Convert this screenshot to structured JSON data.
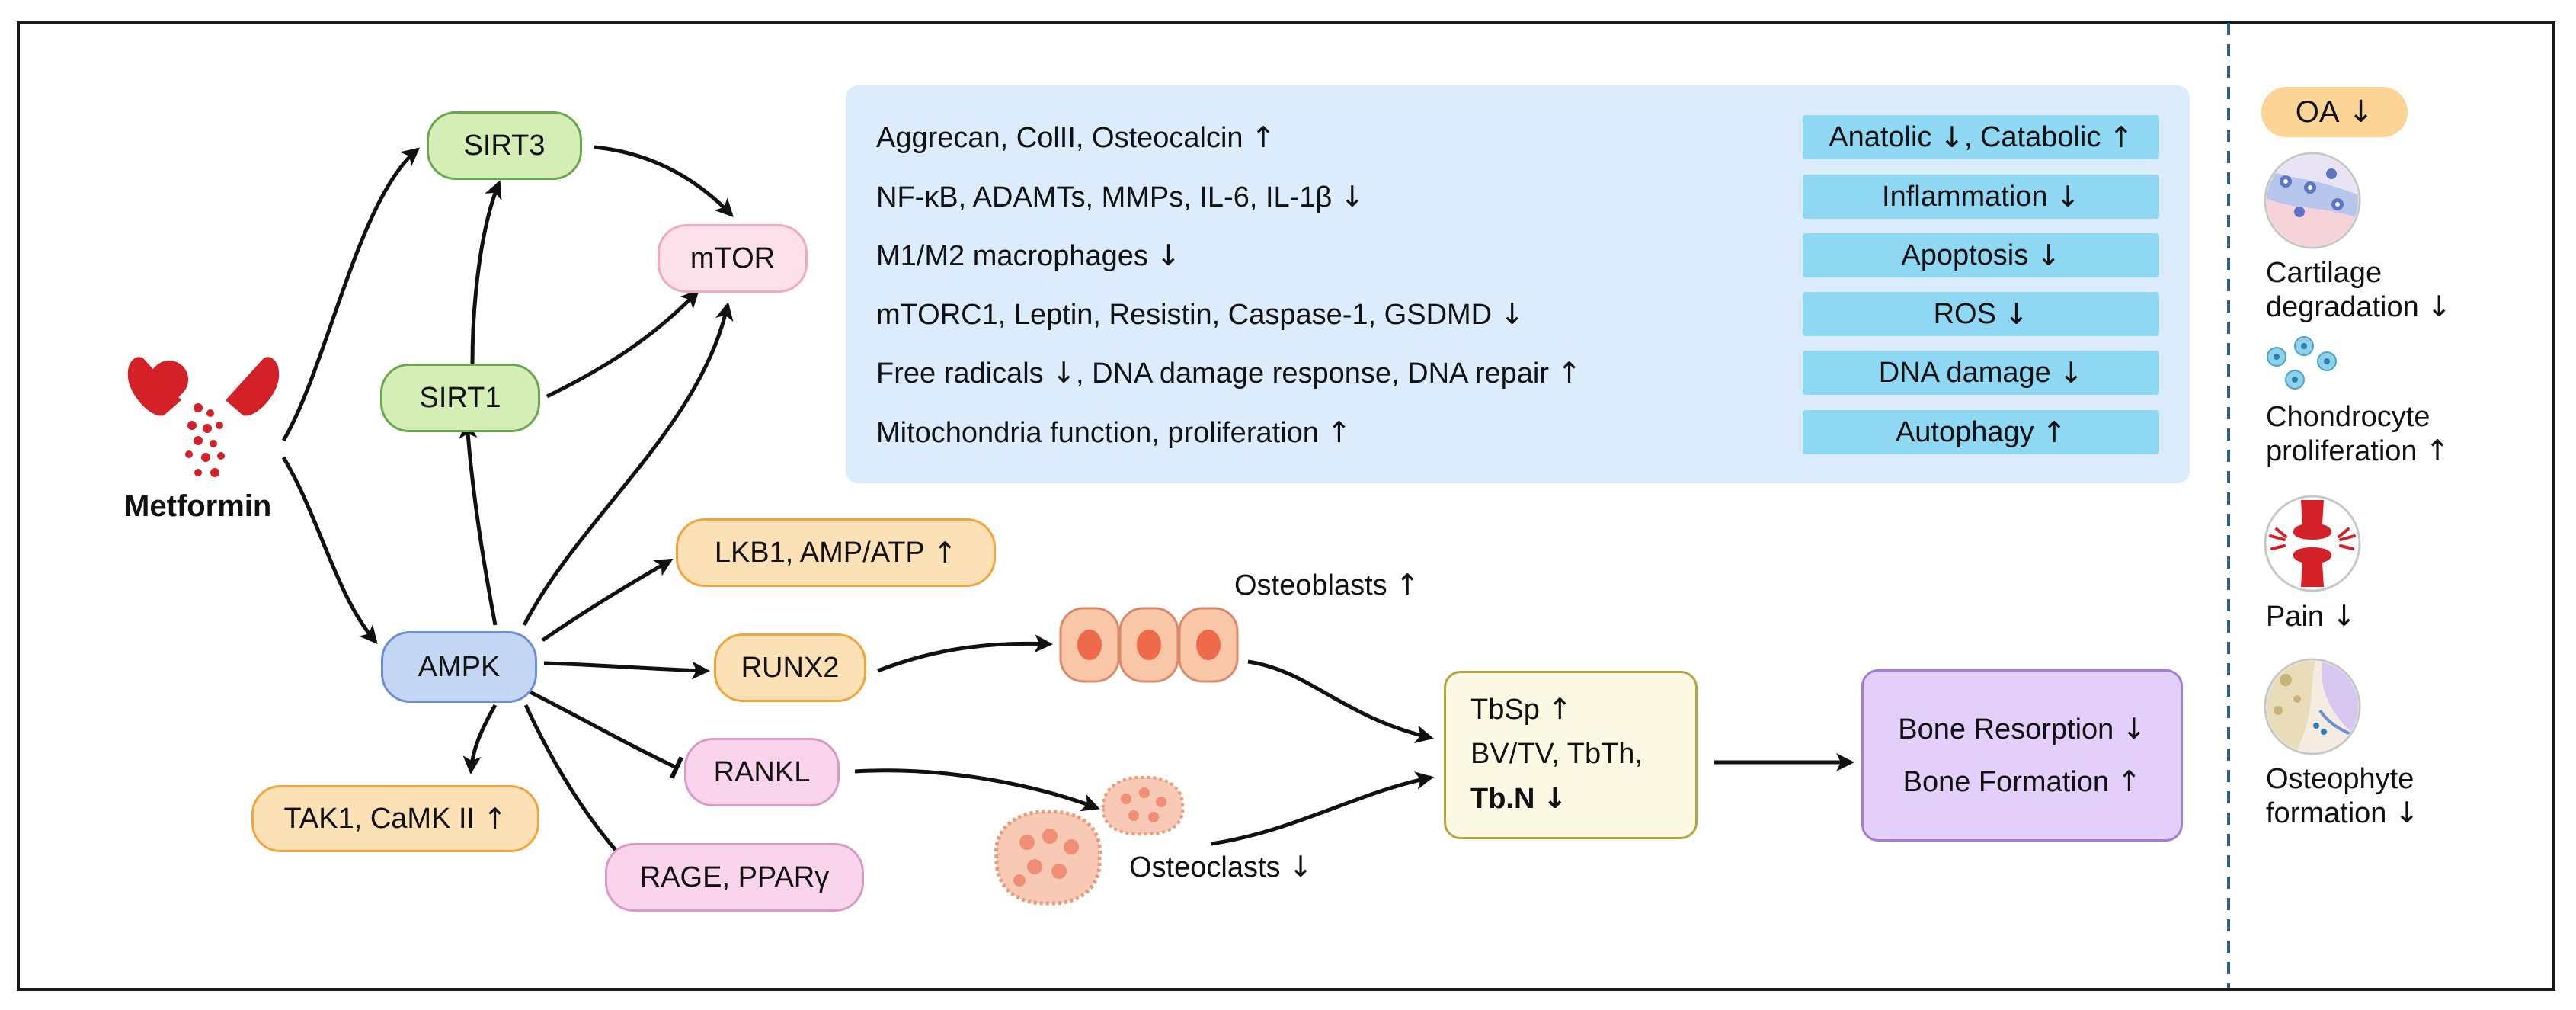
{
  "drug": {
    "label": "Metformin",
    "icon": "pill-capsule-icon"
  },
  "nodes": {
    "sirt3": "SIRT3",
    "sirt1": "SIRT1",
    "mtor": "mTOR",
    "ampk": "AMPK",
    "lkb1": "LKB1, AMP/ATP",
    "runx2": "RUNX2",
    "rankl": "RANKL",
    "rage": "RAGE, PPARγ",
    "tak1": "TAK1, CaMK II"
  },
  "arrows": {
    "up": "↑",
    "down": "↓"
  },
  "inflammation_panel": {
    "rows": [
      {
        "cause": "Aggrecan, ColII, Osteocalcin",
        "effect_a": "Anatolic",
        "effect_b": ", Catabolic"
      },
      {
        "cause": "NF-κB, ADAMTs, MMPs, IL-6, IL-1β",
        "effect": "Inflammation"
      },
      {
        "cause": "M1/M2 macrophages",
        "effect": "Apoptosis"
      },
      {
        "cause": "mTORC1, Leptin, Resistin, Caspase-1, GSDMD",
        "effect": "ROS"
      },
      {
        "cause_a": "Free radicals",
        "cause_b": ", DNA damage response, DNA repair",
        "effect": "DNA damage"
      },
      {
        "cause": "Mitochondria function, proliferation",
        "effect": "Autophagy"
      }
    ]
  },
  "bone": {
    "osteoblasts": "Osteoblasts",
    "osteoclasts": "Osteoclasts",
    "tb_lines": [
      "TbSp",
      "BV/TV, TbTh,",
      "Tb.N"
    ],
    "resorption": "Bone Resorption",
    "formation": "Bone Formation"
  },
  "outcomes": {
    "oa": "OA",
    "cartilage": [
      "Cartilage",
      "degradation"
    ],
    "chondrocyte": [
      "Chondrocyte",
      "proliferation"
    ],
    "pain": "Pain",
    "osteophyte": [
      "Osteophyte",
      "formation"
    ]
  },
  "colors": {
    "arrow_cyan": "#29aee6",
    "divider": "#2a6496",
    "pill_red": "#d42027"
  }
}
